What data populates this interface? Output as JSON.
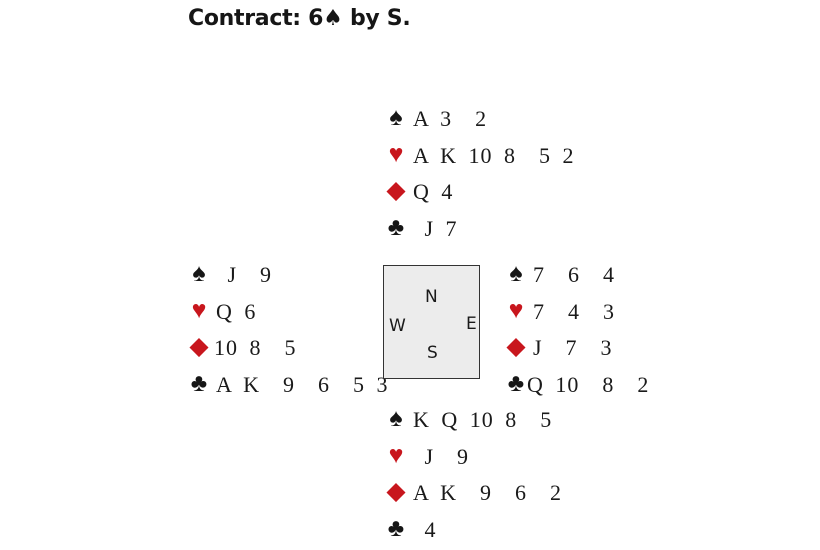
{
  "title": "Contract: 6♠ by S.",
  "suits": {
    "spades": "♠",
    "hearts": "♥",
    "diamonds": "◆",
    "clubs": "♣"
  },
  "colors": {
    "red": "#c8161d",
    "black": "#161616"
  },
  "compass": {
    "n": "N",
    "s": "S",
    "e": "E",
    "w": "W"
  },
  "hands": {
    "north": {
      "spades": "A 3  2",
      "hearts": "A K 10 8  5 2",
      "diamonds": "Q 4",
      "clubs": " J 7"
    },
    "west": {
      "spades": " J  9",
      "hearts": "Q 6",
      "diamonds": "10 8  5",
      "clubs": "A K  9  6  5 3"
    },
    "east": {
      "spades": "7  6  4",
      "hearts": "7  4  3",
      "diamonds": "J  7  3",
      "clubs": "Q 10  8  2"
    },
    "south": {
      "spades": "K Q 10 8  5",
      "hearts": " J  9",
      "diamonds": "A K  9  6  2",
      "clubs": " 4"
    }
  }
}
